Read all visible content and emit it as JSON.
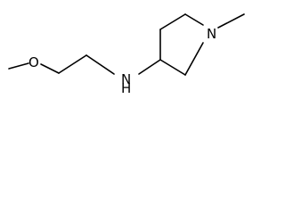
{
  "molecule": {
    "atoms": {
      "oxygen": "O",
      "amine_nitrogen": "N",
      "amine_hydrogen": "H",
      "ring_nitrogen": "N"
    }
  },
  "colors": {
    "background": "#ffffff",
    "bond": "#000000",
    "label": "#000000"
  }
}
